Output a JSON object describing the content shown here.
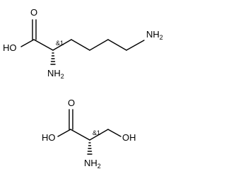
{
  "molecules": [
    {
      "atoms": {
        "oxygen_carbonyl": "O",
        "hydroxyl": "HO",
        "stereo": "&1",
        "alpha_amine": "NH2",
        "terminal_amine": "NH2"
      }
    },
    {
      "atoms": {
        "oxygen_carbonyl": "O",
        "hydroxyl": "HO",
        "stereo": "&1",
        "alpha_amine": "NH2",
        "side_hydroxyl": "OH"
      }
    }
  ]
}
